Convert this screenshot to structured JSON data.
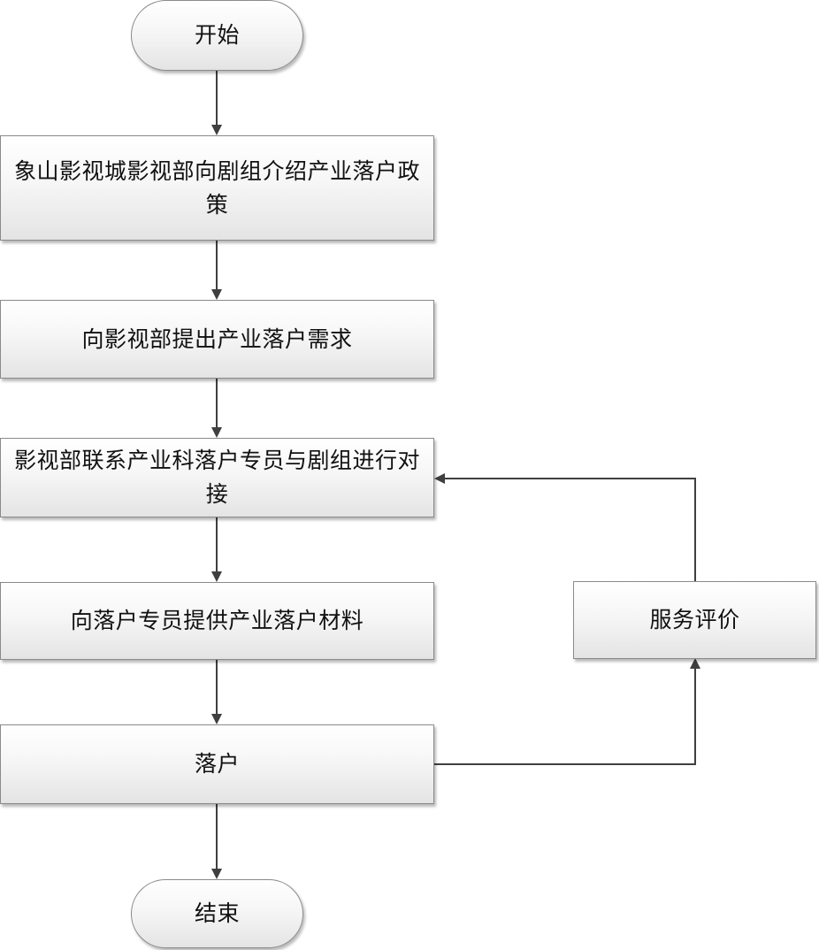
{
  "flowchart": {
    "start": "开始",
    "steps": [
      "象山影视城影视部向剧组介绍产业落户政策",
      "向影视部提出产业落户需求",
      "影视部联系产业科落户专员与剧组进行对接",
      "向落户专员提供产业落户材料",
      "落户"
    ],
    "feedback": "服务评价",
    "end": "结束"
  },
  "colors": {
    "line": "#3f3f3f",
    "border": "#8a8a8a",
    "fill": "#f2f2f2"
  }
}
